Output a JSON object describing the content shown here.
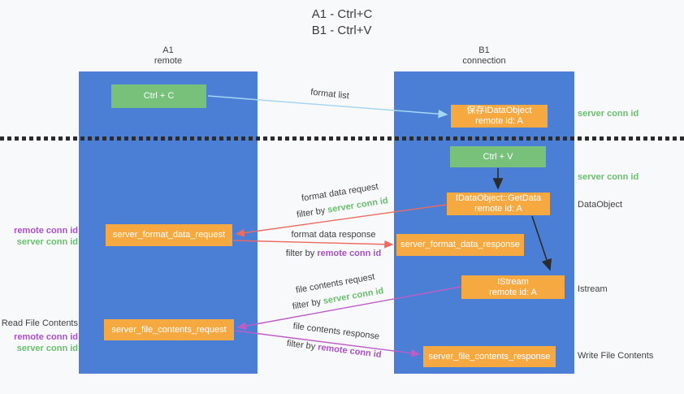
{
  "title": {
    "line1": "A1 - Ctrl+C",
    "line2": "B1 - Ctrl+V"
  },
  "lifelines": {
    "a": {
      "name": "A1",
      "subtitle": "remote"
    },
    "b": {
      "name": "B1",
      "subtitle": "connection"
    }
  },
  "nodes": {
    "ctrl_c": {
      "label": "Ctrl + C"
    },
    "save_idataobject": {
      "line1": "保存IDataObject",
      "line2": "remote id: A"
    },
    "ctrl_v": {
      "label": "Ctrl + V"
    },
    "getdata": {
      "line1": "IDataObject::GetData",
      "line2": "remote id: A"
    },
    "format_request": {
      "label": "server_format_data_request"
    },
    "format_response": {
      "label": "server_format_data_response"
    },
    "istream": {
      "line1": "IStream",
      "line2": "remote id: A"
    },
    "file_request": {
      "label": "server_file_contents_request"
    },
    "file_response": {
      "label": "server_file_contents_response"
    }
  },
  "flows": {
    "format_list": {
      "label": "format list"
    },
    "format_data_request": {
      "label": "format data request",
      "filter_prefix": "filter by ",
      "filter_key": "server conn id"
    },
    "format_data_response": {
      "label": "format data response",
      "filter_prefix": "filter by ",
      "filter_key": "remote conn id"
    },
    "file_contents_request": {
      "label": "file contents request",
      "filter_prefix": "filter by ",
      "filter_key": "server conn id"
    },
    "file_contents_response": {
      "label": "file contents response",
      "filter_prefix": "filter by ",
      "filter_key": "remote conn id"
    }
  },
  "side_labels": {
    "server_conn_id_top": "server conn id",
    "server_conn_id_mid": "server conn id",
    "dataobject": "DataObject",
    "istream": "Istream",
    "write_file_contents": "Write File Contents",
    "remote_conn_id_top": "remote conn id",
    "server_conn_id_left_top": "server conn id",
    "read_file_contents": "Read File Contents",
    "remote_conn_id_bottom": "remote conn id",
    "server_conn_id_left_bottom": "server conn id"
  },
  "colors": {
    "lifeline_blue": "#4b7fd5",
    "action_green": "#77c17b",
    "message_orange": "#f7a941",
    "arrow_light_blue": "#a6d6f2",
    "arrow_red": "#ed6a60",
    "arrow_magenta": "#c05cc8",
    "arrow_black": "#2b2b2b",
    "text_green": "#6abf6e",
    "text_purple": "#ab4fc8",
    "text_dark": "#3f3f3f"
  }
}
